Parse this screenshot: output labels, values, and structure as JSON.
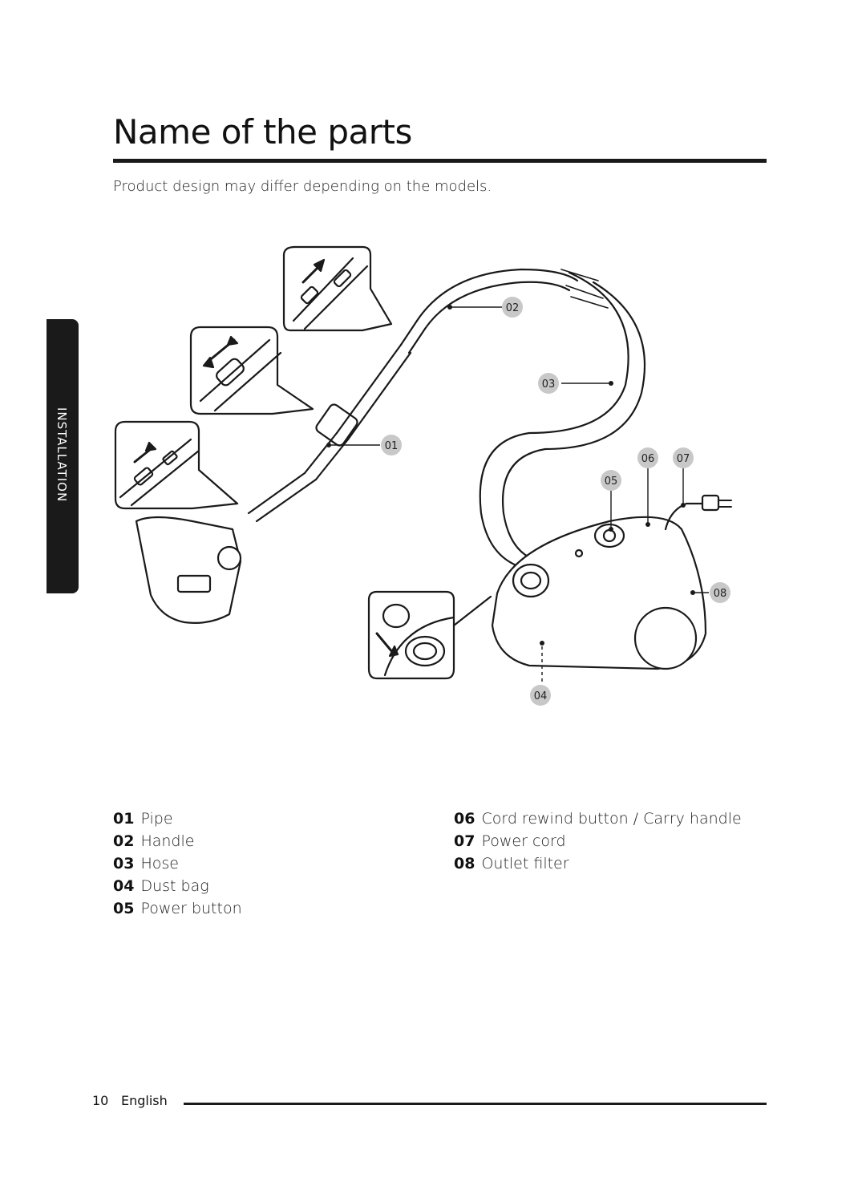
{
  "page": {
    "title": "Name of the parts",
    "subtitle": "Product design may differ depending on the models.",
    "section_tab": "INSTALLATION"
  },
  "callouts": {
    "c01": "01",
    "c02": "02",
    "c03": "03",
    "c04": "04",
    "c05": "05",
    "c06": "06",
    "c07": "07",
    "c08": "08"
  },
  "parts_left": [
    {
      "num": "01",
      "name": "Pipe"
    },
    {
      "num": "02",
      "name": "Handle"
    },
    {
      "num": "03",
      "name": "Hose"
    },
    {
      "num": "04",
      "name": "Dust bag"
    },
    {
      "num": "05",
      "name": "Power button"
    }
  ],
  "parts_right": [
    {
      "num": "06",
      "name": "Cord rewind button / Carry handle"
    },
    {
      "num": "07",
      "name": "Power cord"
    },
    {
      "num": "08",
      "name": "Outlet filter"
    }
  ],
  "footer": {
    "page_number": "10",
    "language": "English"
  },
  "colors": {
    "ink": "#1a1a1a",
    "callout_circle": "#c8c8c8"
  }
}
